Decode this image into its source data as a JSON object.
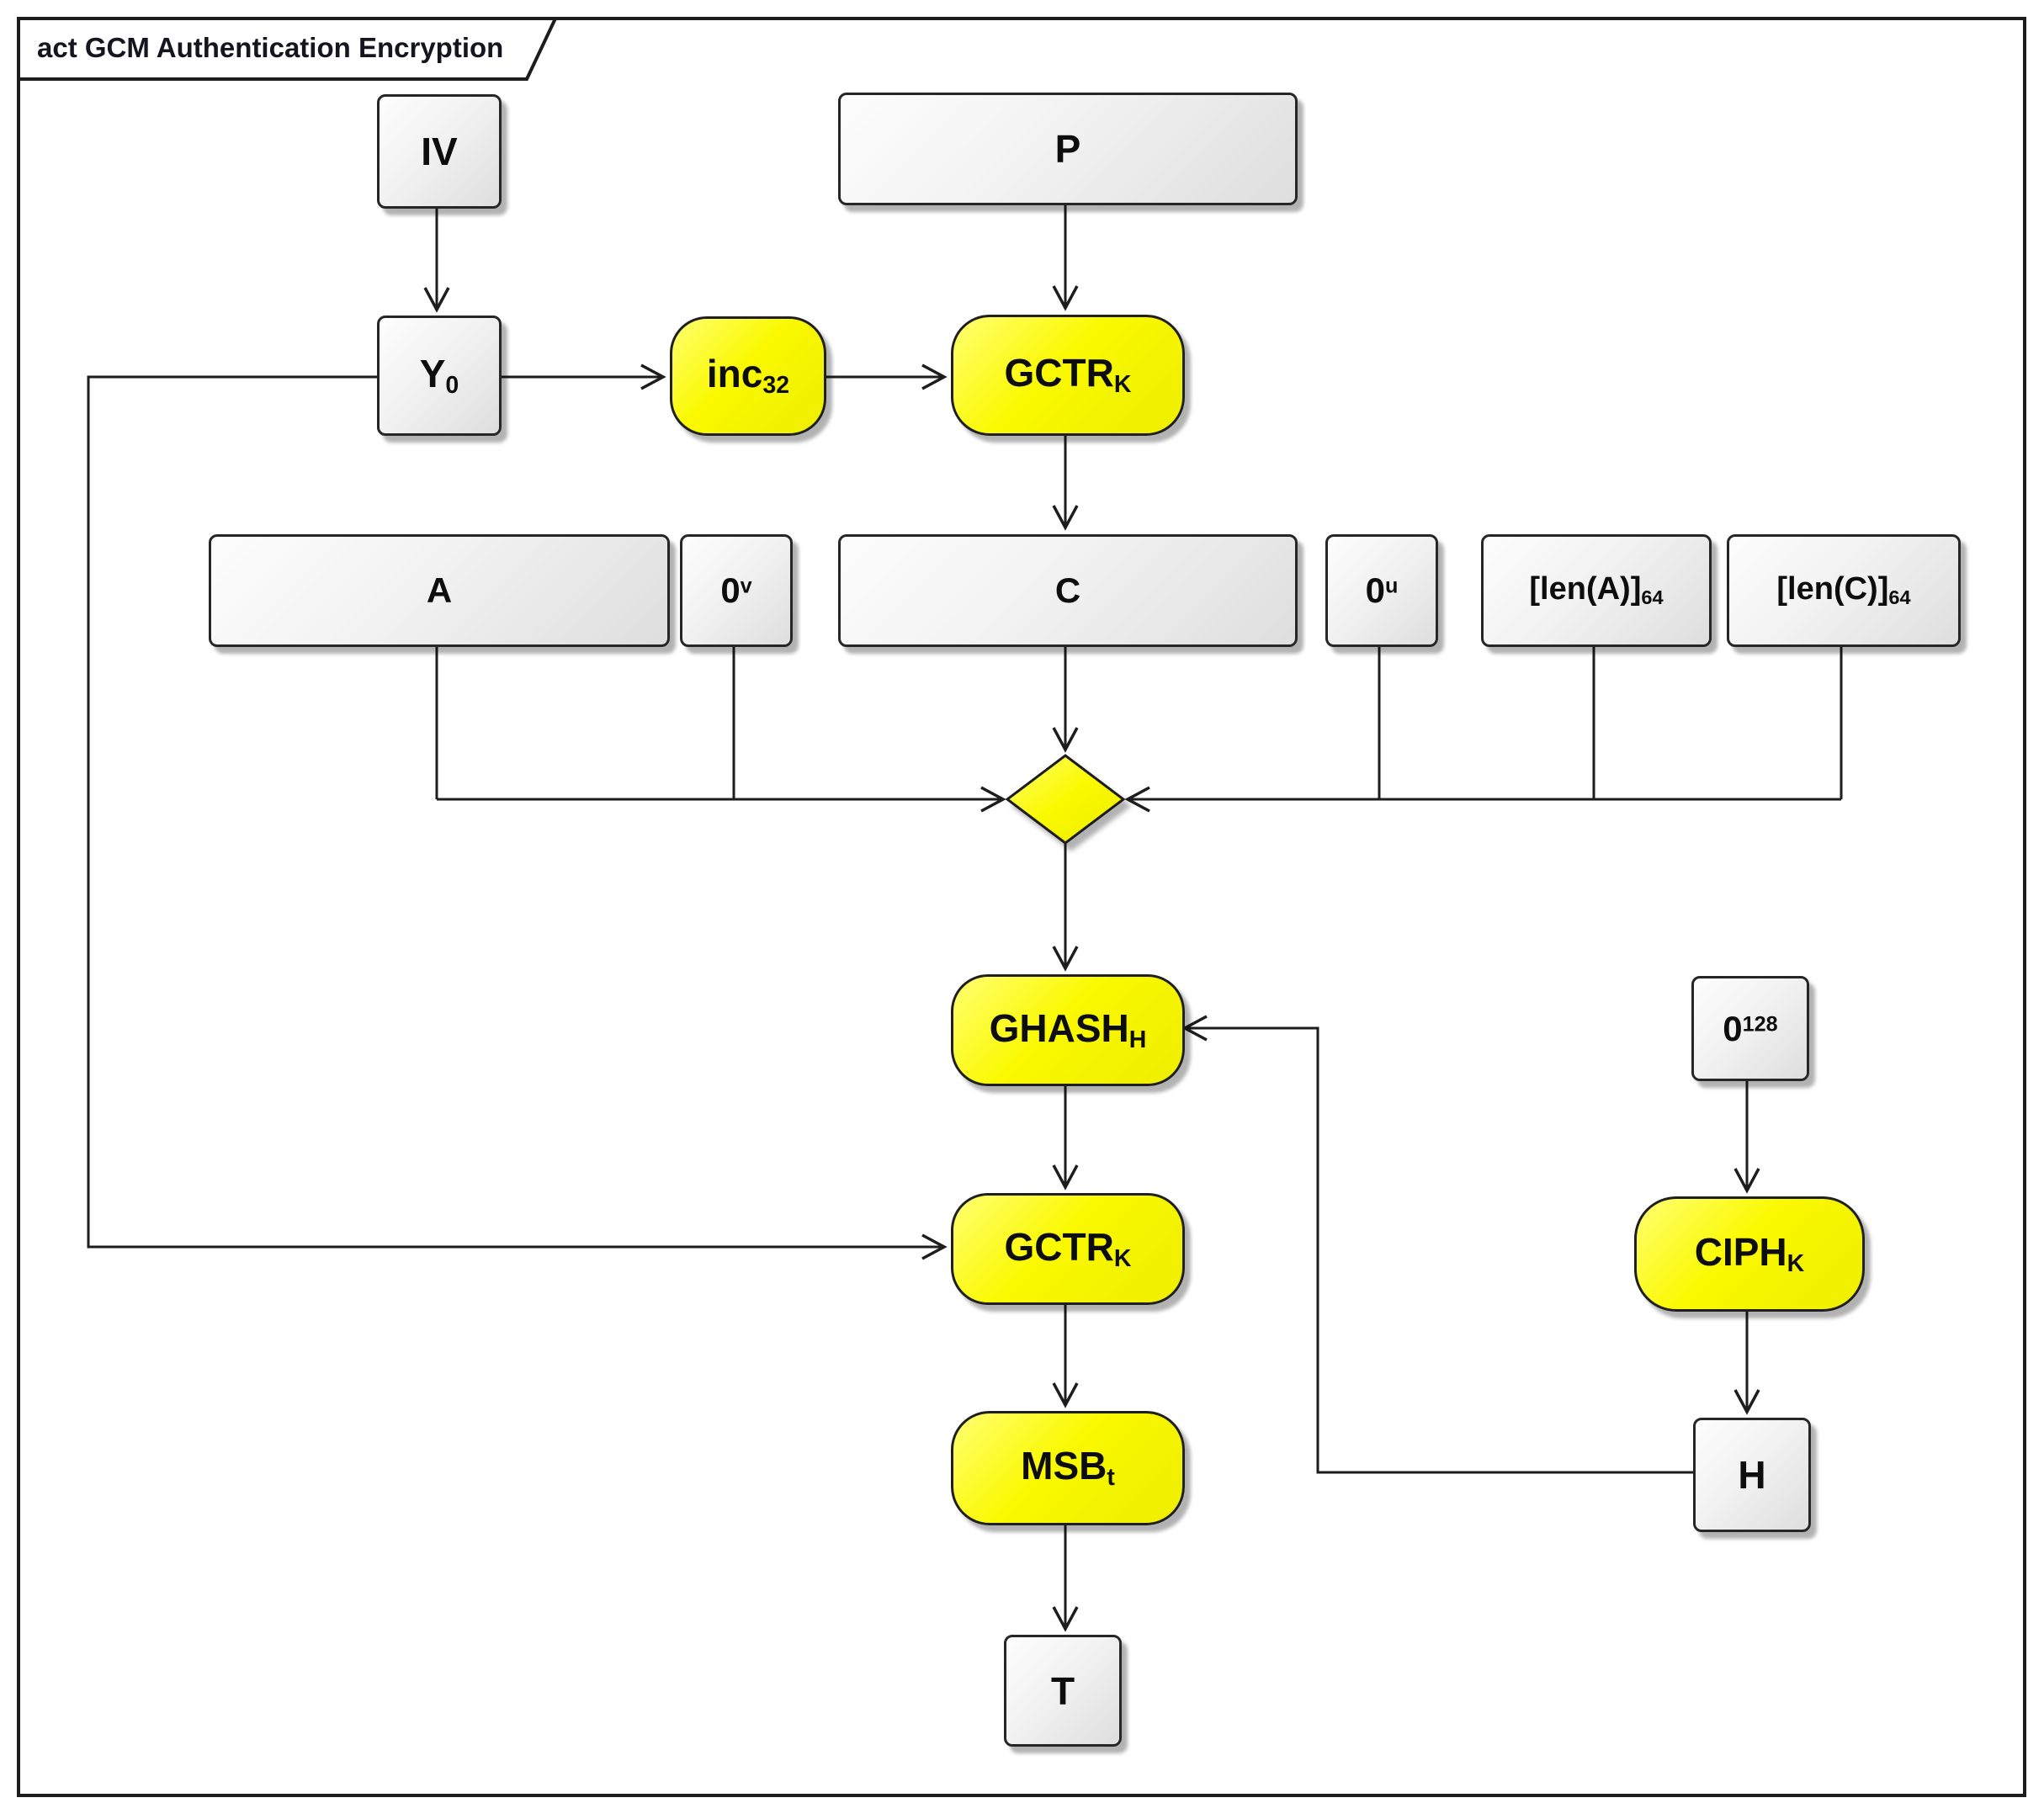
{
  "frame": {
    "title": "act GCM Authentication Encryption"
  },
  "colors": {
    "accent_yellow": "#faf900",
    "box_gray": "#ededed",
    "line": "#1d1d1d",
    "background": "#ffffff"
  },
  "nodes": {
    "iv": {
      "label": "IV"
    },
    "p": {
      "label": "P"
    },
    "y0": {
      "label": "Y",
      "sub": "0"
    },
    "inc32": {
      "label": "inc",
      "sub": "32"
    },
    "gctr_top": {
      "label": "GCTR",
      "sub": "K"
    },
    "a": {
      "label": "A"
    },
    "zero_v": {
      "label": "0",
      "sup": "v"
    },
    "c": {
      "label": "C"
    },
    "zero_u": {
      "label": "0",
      "sup": "u"
    },
    "len_a": {
      "label": "[len(A)]",
      "sub": "64"
    },
    "len_c": {
      "label": "[len(C)]",
      "sub": "64"
    },
    "ghash": {
      "label": "GHASH",
      "sub": "H"
    },
    "zero_128": {
      "label": "0",
      "sup": "128"
    },
    "gctr_bottom": {
      "label": "GCTR",
      "sub": "K"
    },
    "ciph": {
      "label": "CIPH",
      "sub": "K"
    },
    "msb": {
      "label": "MSB",
      "sub": "t"
    },
    "h": {
      "label": "H"
    },
    "t": {
      "label": "T"
    }
  }
}
